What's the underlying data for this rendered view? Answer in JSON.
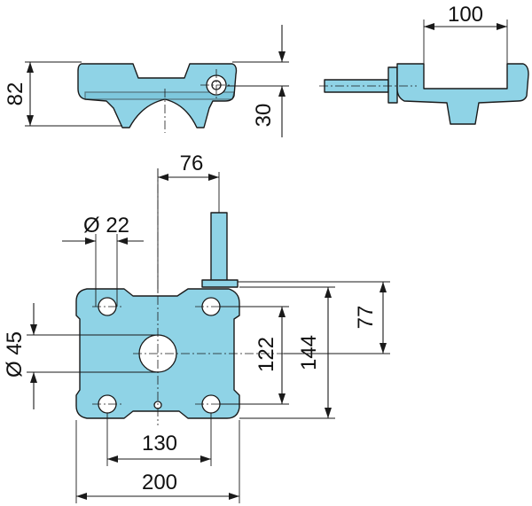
{
  "dimensions": {
    "top_height": "82",
    "top_offset": "30",
    "top_width": "100",
    "offset_76": "76",
    "hole_dia": "Ø 22",
    "bore_dia": "Ø 45",
    "hole_spacing_vertical": "122",
    "height_144": "144",
    "height_77": "77",
    "hole_spacing_horizontal": "130",
    "width_200": "200"
  },
  "colors": {
    "part_fill": "#8fd3e6",
    "line": "#1a1a1a"
  }
}
